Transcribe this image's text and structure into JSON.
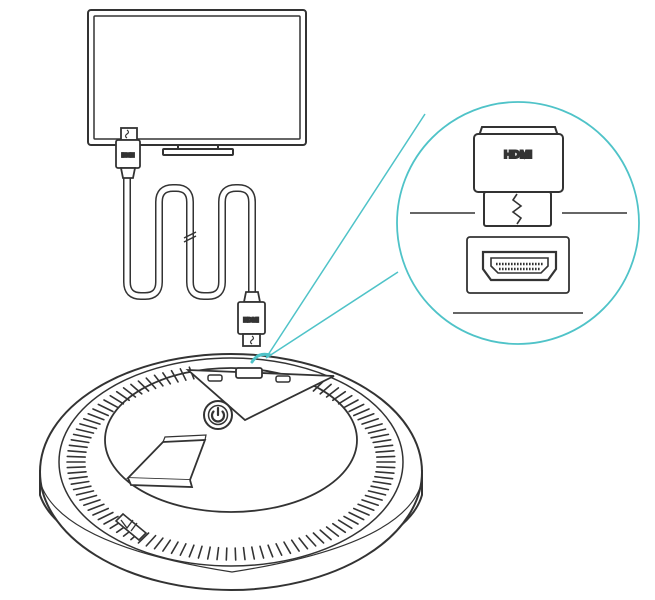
{
  "labels": {
    "cable_plug_top": "HDMI",
    "cable_plug_bottom": "HDMI",
    "zoom_plug": "HDMI"
  },
  "icons": {
    "tv": "tv-icon",
    "power": "power-icon",
    "hdmi_port": "hdmi-port-icon"
  },
  "colors": {
    "stroke": "#333333",
    "callout": "#4fc3c8",
    "fill": "#ffffff"
  }
}
